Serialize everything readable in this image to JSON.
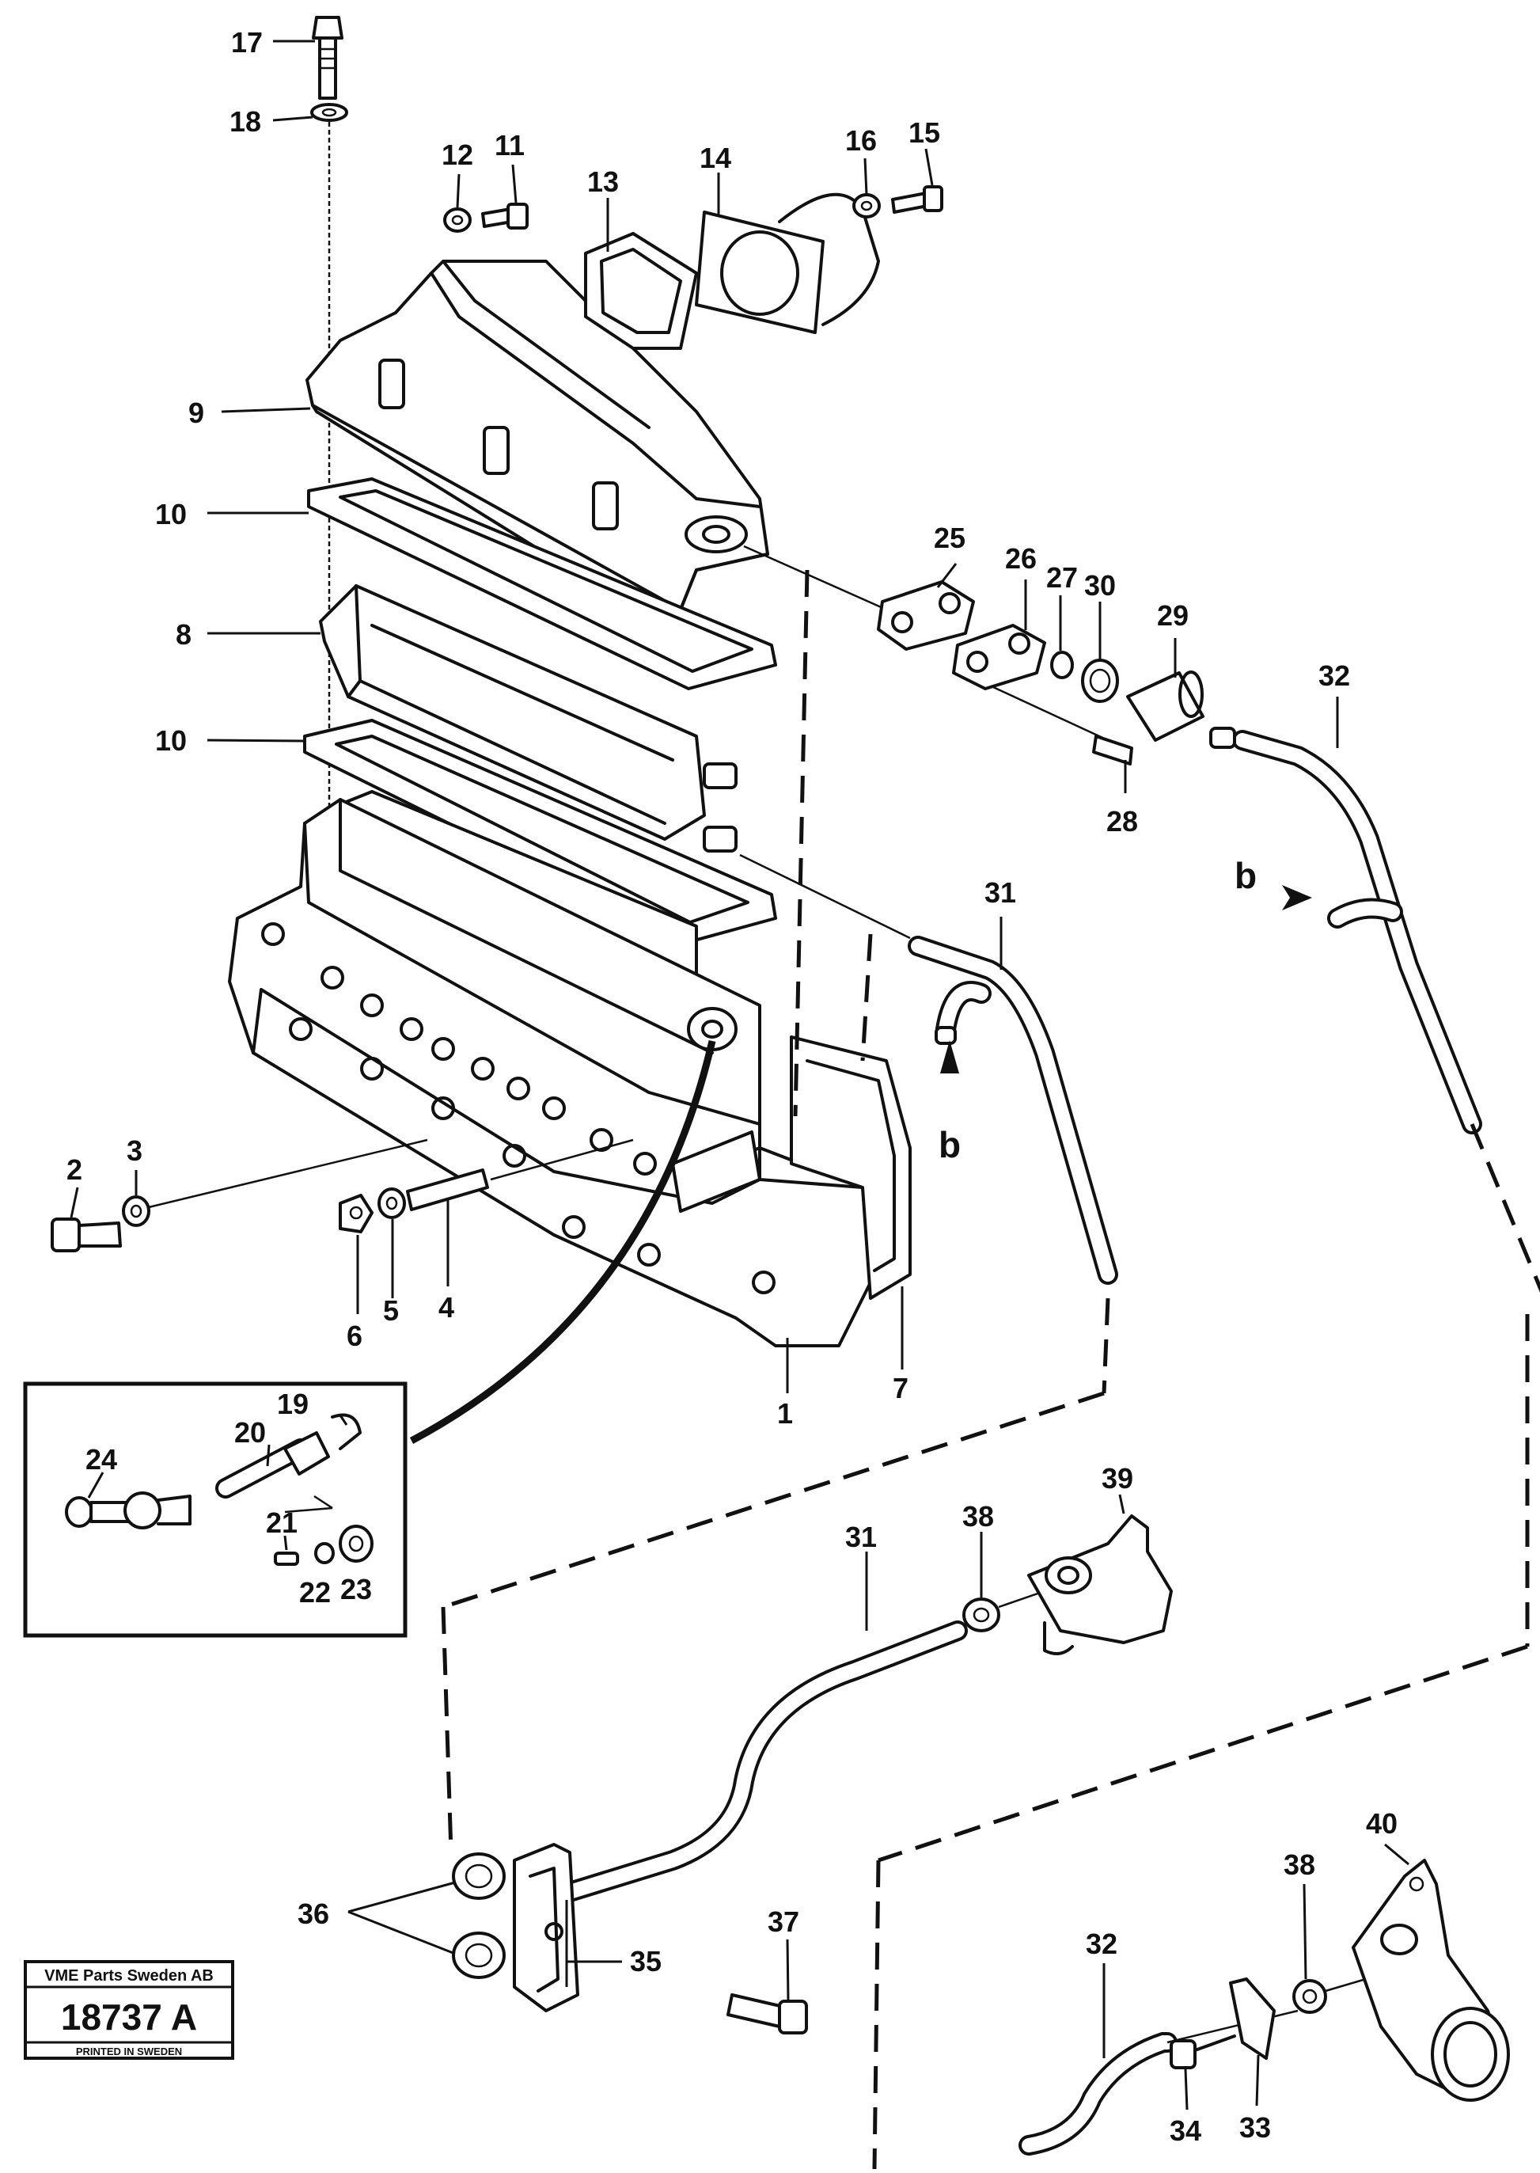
{
  "callouts": [
    {
      "id": "17",
      "text": "17"
    },
    {
      "id": "18",
      "text": "18"
    },
    {
      "id": "12",
      "text": "12"
    },
    {
      "id": "11",
      "text": "11"
    },
    {
      "id": "13",
      "text": "13"
    },
    {
      "id": "14",
      "text": "14"
    },
    {
      "id": "16",
      "text": "16"
    },
    {
      "id": "15",
      "text": "15"
    },
    {
      "id": "9",
      "text": "9"
    },
    {
      "id": "10a",
      "text": "10"
    },
    {
      "id": "8",
      "text": "8"
    },
    {
      "id": "10b",
      "text": "10"
    },
    {
      "id": "25",
      "text": "25"
    },
    {
      "id": "26",
      "text": "26"
    },
    {
      "id": "27",
      "text": "27"
    },
    {
      "id": "30",
      "text": "30"
    },
    {
      "id": "29",
      "text": "29"
    },
    {
      "id": "32a",
      "text": "32"
    },
    {
      "id": "28",
      "text": "28"
    },
    {
      "id": "31a",
      "text": "31"
    },
    {
      "id": "2",
      "text": "2"
    },
    {
      "id": "3",
      "text": "3"
    },
    {
      "id": "6",
      "text": "6"
    },
    {
      "id": "5",
      "text": "5"
    },
    {
      "id": "4",
      "text": "4"
    },
    {
      "id": "1",
      "text": "1"
    },
    {
      "id": "7",
      "text": "7"
    },
    {
      "id": "19",
      "text": "19"
    },
    {
      "id": "20",
      "text": "20"
    },
    {
      "id": "24",
      "text": "24"
    },
    {
      "id": "21",
      "text": "21"
    },
    {
      "id": "22",
      "text": "22"
    },
    {
      "id": "23",
      "text": "23"
    },
    {
      "id": "31b",
      "text": "31"
    },
    {
      "id": "38a",
      "text": "38"
    },
    {
      "id": "39",
      "text": "39"
    },
    {
      "id": "40",
      "text": "40"
    },
    {
      "id": "38b",
      "text": "38"
    },
    {
      "id": "32b",
      "text": "32"
    },
    {
      "id": "36",
      "text": "36"
    },
    {
      "id": "35",
      "text": "35"
    },
    {
      "id": "37",
      "text": "37"
    },
    {
      "id": "34",
      "text": "34"
    },
    {
      "id": "33",
      "text": "33"
    }
  ],
  "view_marks": [
    {
      "id": "b1",
      "text": "b"
    },
    {
      "id": "b2",
      "text": "b"
    }
  ],
  "stamp": {
    "company": "VME Parts Sweden AB",
    "number": "18737 A",
    "footer": "PRINTED IN SWEDEN"
  }
}
